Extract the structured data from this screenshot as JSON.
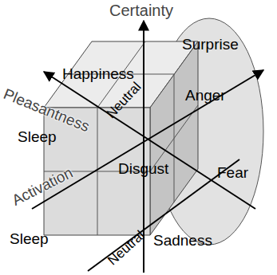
{
  "diagram": {
    "labels": [
      "Certainty",
      "Surprise",
      "Happiness",
      "Pleasantness",
      "Neutral",
      "Anger",
      "Sleep",
      "Activation",
      "Disgust",
      "Fear",
      "Sleep",
      "Neutral",
      "Sadness"
    ]
  }
}
